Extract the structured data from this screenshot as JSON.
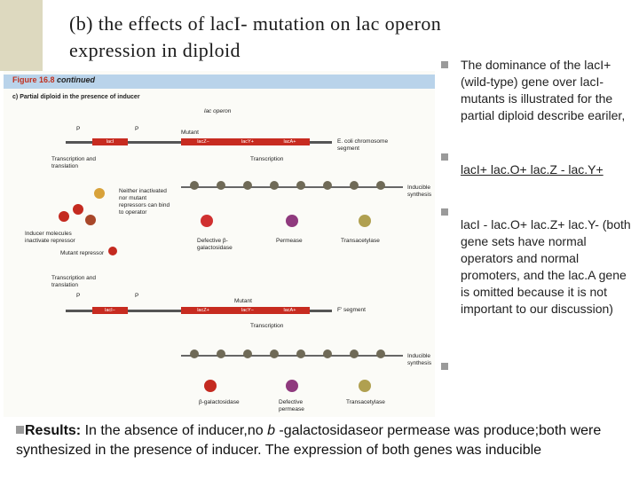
{
  "slide": {
    "title": "(b) the effects of lacI- mutation on lac operon expression in diploid"
  },
  "figure": {
    "header": "Figure 16.8",
    "header_continued": "continued",
    "panel": "c)",
    "panel_title": "Partial diploid in the presence of inducer",
    "labels": {
      "lac_operon": "lac operon",
      "p_laci": "P",
      "p_lac_laco": "P",
      "mutant": "Mutant",
      "laci": "lacI",
      "lacz_minus": "lacZ−",
      "lacy_plus": "lacY+",
      "laca_plus": "lacA+",
      "ecoli_segment": "E. coli chromosome segment",
      "transcription_translation_1": "Transcription and translation",
      "transcription_1": "Transcription",
      "neither_repressor": "Neither inactivated nor mutant repressors can bind to operator",
      "inducer_molecules": "Inducer molecules inactivate repressor",
      "inducible_synthesis_1": "Inducible synthesis",
      "defective_bgal": "Defective β-galactosidase",
      "permease_1": "Permease",
      "transacetylase_1": "Transacetylase",
      "mutant_repressor": "Mutant repressor",
      "transcription_translation_2": "Transcription and translation",
      "laci_minus": "lacI−",
      "lacz_plus": "lacZ+",
      "lacy_minus": "lacY−",
      "mutant_2": "Mutant",
      "f_segment": "F' segment",
      "transcription_2": "Transcription",
      "inducible_synthesis_2": "Inducible synthesis",
      "bgal": "β-galactosidase",
      "defective_permease": "Defective permease",
      "transacetylase_2": "Transacetylase"
    }
  },
  "notes": [
    {
      "text": "The dominance of the lacI+ (wild-type) gene over lacI- mutants is illustrated for the partial diploid describe eariler,",
      "underline": false
    },
    {
      "text": "",
      "underline": false
    },
    {
      "text": "lacI+ lac.O+ lac.Z - lac.Y+",
      "underline": true
    },
    {
      "text": "",
      "underline": false
    },
    {
      "text": "lacI - lac.O+ lac.Z+ lac.Y- (both gene sets have normal operators and normal promoters, and the lac.A gene is omitted because it is not important to our discussion)",
      "underline": false
    },
    {
      "text": "",
      "underline": false
    }
  ],
  "results": {
    "label": "Results:",
    "text_a": " In the absence of inducer,no ",
    "italic": "b",
    "text_b": " -galactosidaseor permease was produce;both were synthesized in the presence of inducer. The expression of both genes was inducible"
  },
  "colors": {
    "corner_band": "#ddd9bf",
    "figure_header": "#b9d3ea",
    "gene_red": "#c72b20",
    "note_bullet": "#9a9a9a"
  }
}
